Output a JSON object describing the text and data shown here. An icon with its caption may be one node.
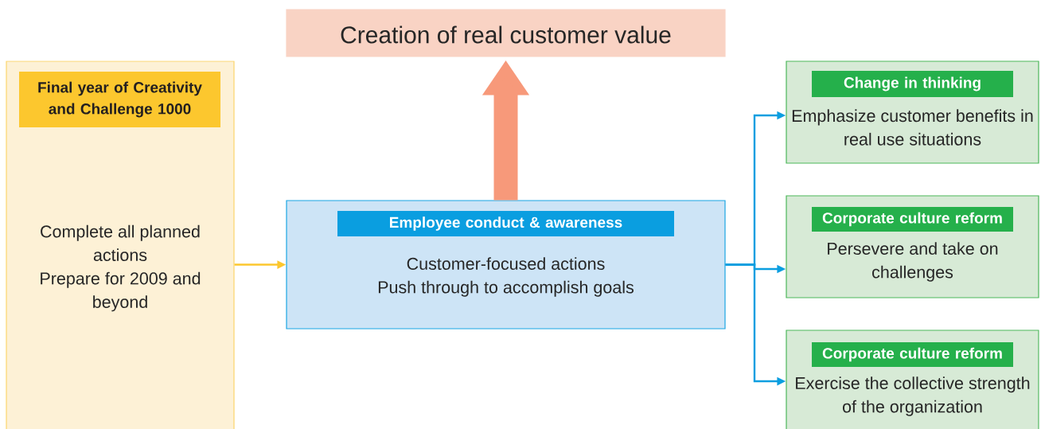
{
  "diagram": {
    "nodes": [
      {
        "text": [
          "Creation of real customer value"
        ]
      },
      {
        "text": [
          "Final year of Creativity and Challenge 1000",
          "Complete all planned actions",
          "Prepare for 2009 and beyond"
        ]
      },
      {
        "text": [
          "Employee conduct & awareness",
          "Customer-focused actions",
          "Push through to accomplish goals"
        ]
      },
      {
        "text": [
          "Change in thinking",
          "Emphasize customer benefits in real use situations"
        ]
      },
      {
        "text": [
          "Corporate culture reform",
          "Persevere and take on challenges"
        ]
      },
      {
        "text": [
          "Corporate culture reform",
          "Exercise the collective strength of the organization"
        ]
      }
    ],
    "edges": [
      {
        "from": 1,
        "to": 2,
        "arrow": "to",
        "color": "#fcc72e"
      },
      {
        "from": 2,
        "to": 0,
        "arrow": "to",
        "style": "thick",
        "color": "#f7997a"
      },
      {
        "from": 2,
        "to": 3,
        "arrow": "to"
      },
      {
        "from": 2,
        "to": 4,
        "arrow": "to"
      },
      {
        "from": 2,
        "to": 5,
        "arrow": "to"
      }
    ]
  }
}
